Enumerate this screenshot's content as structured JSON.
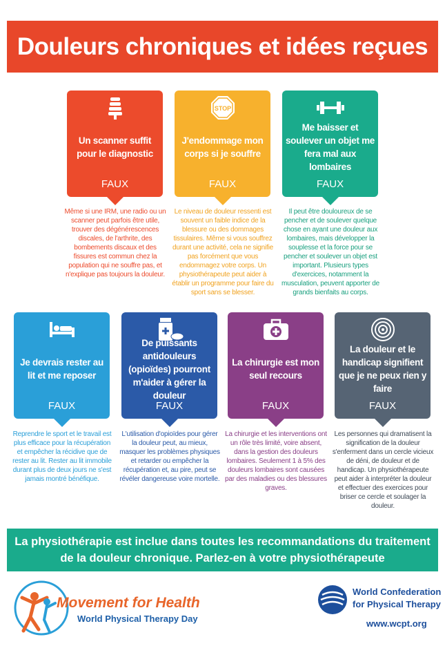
{
  "title": "Douleurs chroniques et idées reçues",
  "colors": {
    "banner": "#e8472a",
    "orange": "#ec4b2c",
    "yellow": "#f7b12d",
    "teal": "#1aab8c",
    "blue": "#2a9fd8",
    "navy": "#2b5aa8",
    "purple": "#8a3f87",
    "slate": "#566474"
  },
  "cards": [
    {
      "icon": "spine-icon",
      "title": "Un scanner suffit pour le diagnostic",
      "verdict": "FAUX",
      "color": "#ec4b2c",
      "desc_color": "#ec4b2c",
      "description": "Même si une IRM, une radio ou un scanner peut parfois être utile, trouver des dégénérescences discales, de l'arthrite, des bombements discaux et des fissures est commun chez la population qui ne souffre pas, et n'explique pas toujours la douleur."
    },
    {
      "icon": "stop-sign-icon",
      "icon_text": "STOP",
      "title": "J'endommage mon corps si je souffre",
      "verdict": "FAUX",
      "color": "#f7b12d",
      "desc_color": "#f0a21f",
      "description": "Le niveau de douleur ressenti est souvent un faible indice de la blessure ou des dommages tissulaires. Même si vous souffrez durant une activité, cela ne signifie pas forcément que vous endommagez votre corps. Un physiothérapeute peut aider à établir un programme pour faire du sport sans se blesser."
    },
    {
      "icon": "dumbbell-icon",
      "title": "Me baisser et soulever un objet me fera mal aux lombaires",
      "verdict": "FAUX",
      "color": "#1aab8c",
      "desc_color": "#1aa07f",
      "description": "Il peut être douloureux de se pencher et de soulever quelque chose en ayant une douleur aux lombaires, mais développer la souplesse et la force pour se pencher et soulever un objet est important. Plusieurs types d'exercices, notamment la musculation, peuvent apporter de grands bienfaits au corps."
    },
    {
      "icon": "bed-icon",
      "title": "Je devrais rester au lit et me reposer",
      "verdict": "FAUX",
      "color": "#2a9fd8",
      "desc_color": "#2a9fd8",
      "description": "Reprendre le sport et le travail est plus efficace pour la récupération et empêcher la récidive que de rester au lit. Rester au lit immobile durant plus de deux jours ne s'est jamais montré bénéfique."
    },
    {
      "icon": "medicine-bottle-icon",
      "title": "De puissants antidouleurs (opioïdes) pourront m'aider à gérer la douleur",
      "verdict": "FAUX",
      "color": "#2b5aa8",
      "desc_color": "#2b5aa8",
      "description": "L'utilisation d'opioïdes pour gérer la douleur peut, au mieux, masquer les problèmes physiques et retarder ou empêcher la récupération et, au pire, peut se révéler dangereuse voire mortelle."
    },
    {
      "icon": "first-aid-kit-icon",
      "title": "La chirurgie est mon seul recours",
      "verdict": "FAUX",
      "color": "#8a3f87",
      "desc_color": "#8a3f87",
      "description": "La chirurgie et les interventions ont un rôle très limité, voire absent, dans la gestion des douleurs lombaires. Seulement 1 à 5% des douleurs lombaires sont causées par des maladies ou des blessures graves."
    },
    {
      "icon": "concentric-circles-icon",
      "title": "La douleur et le handicap signifient que je ne peux rien y faire",
      "verdict": "FAUX",
      "color": "#566474",
      "desc_color": "#3f4a57",
      "description": "Les personnes qui dramatisent la signification de la douleur s'enferment dans un cercle vicieux de déni, de douleur et de handicap. Un physiothérapeute peut aider à interpréter la douleur et effectuer des exercices pour briser ce cercle et soulager la douleur."
    }
  ],
  "bottom_message": "La physiothérapie est inclue dans toutes les recommandations du traitement de la douleur chronique. Parlez-en à votre physiothérapeute",
  "footer": {
    "mfh_title": "Movement for Health",
    "mfh_subtitle": "World Physical Therapy Day",
    "wcpt_name": "World Confederation for Physical Therapy",
    "wcpt_url": "www.wcpt.org"
  }
}
